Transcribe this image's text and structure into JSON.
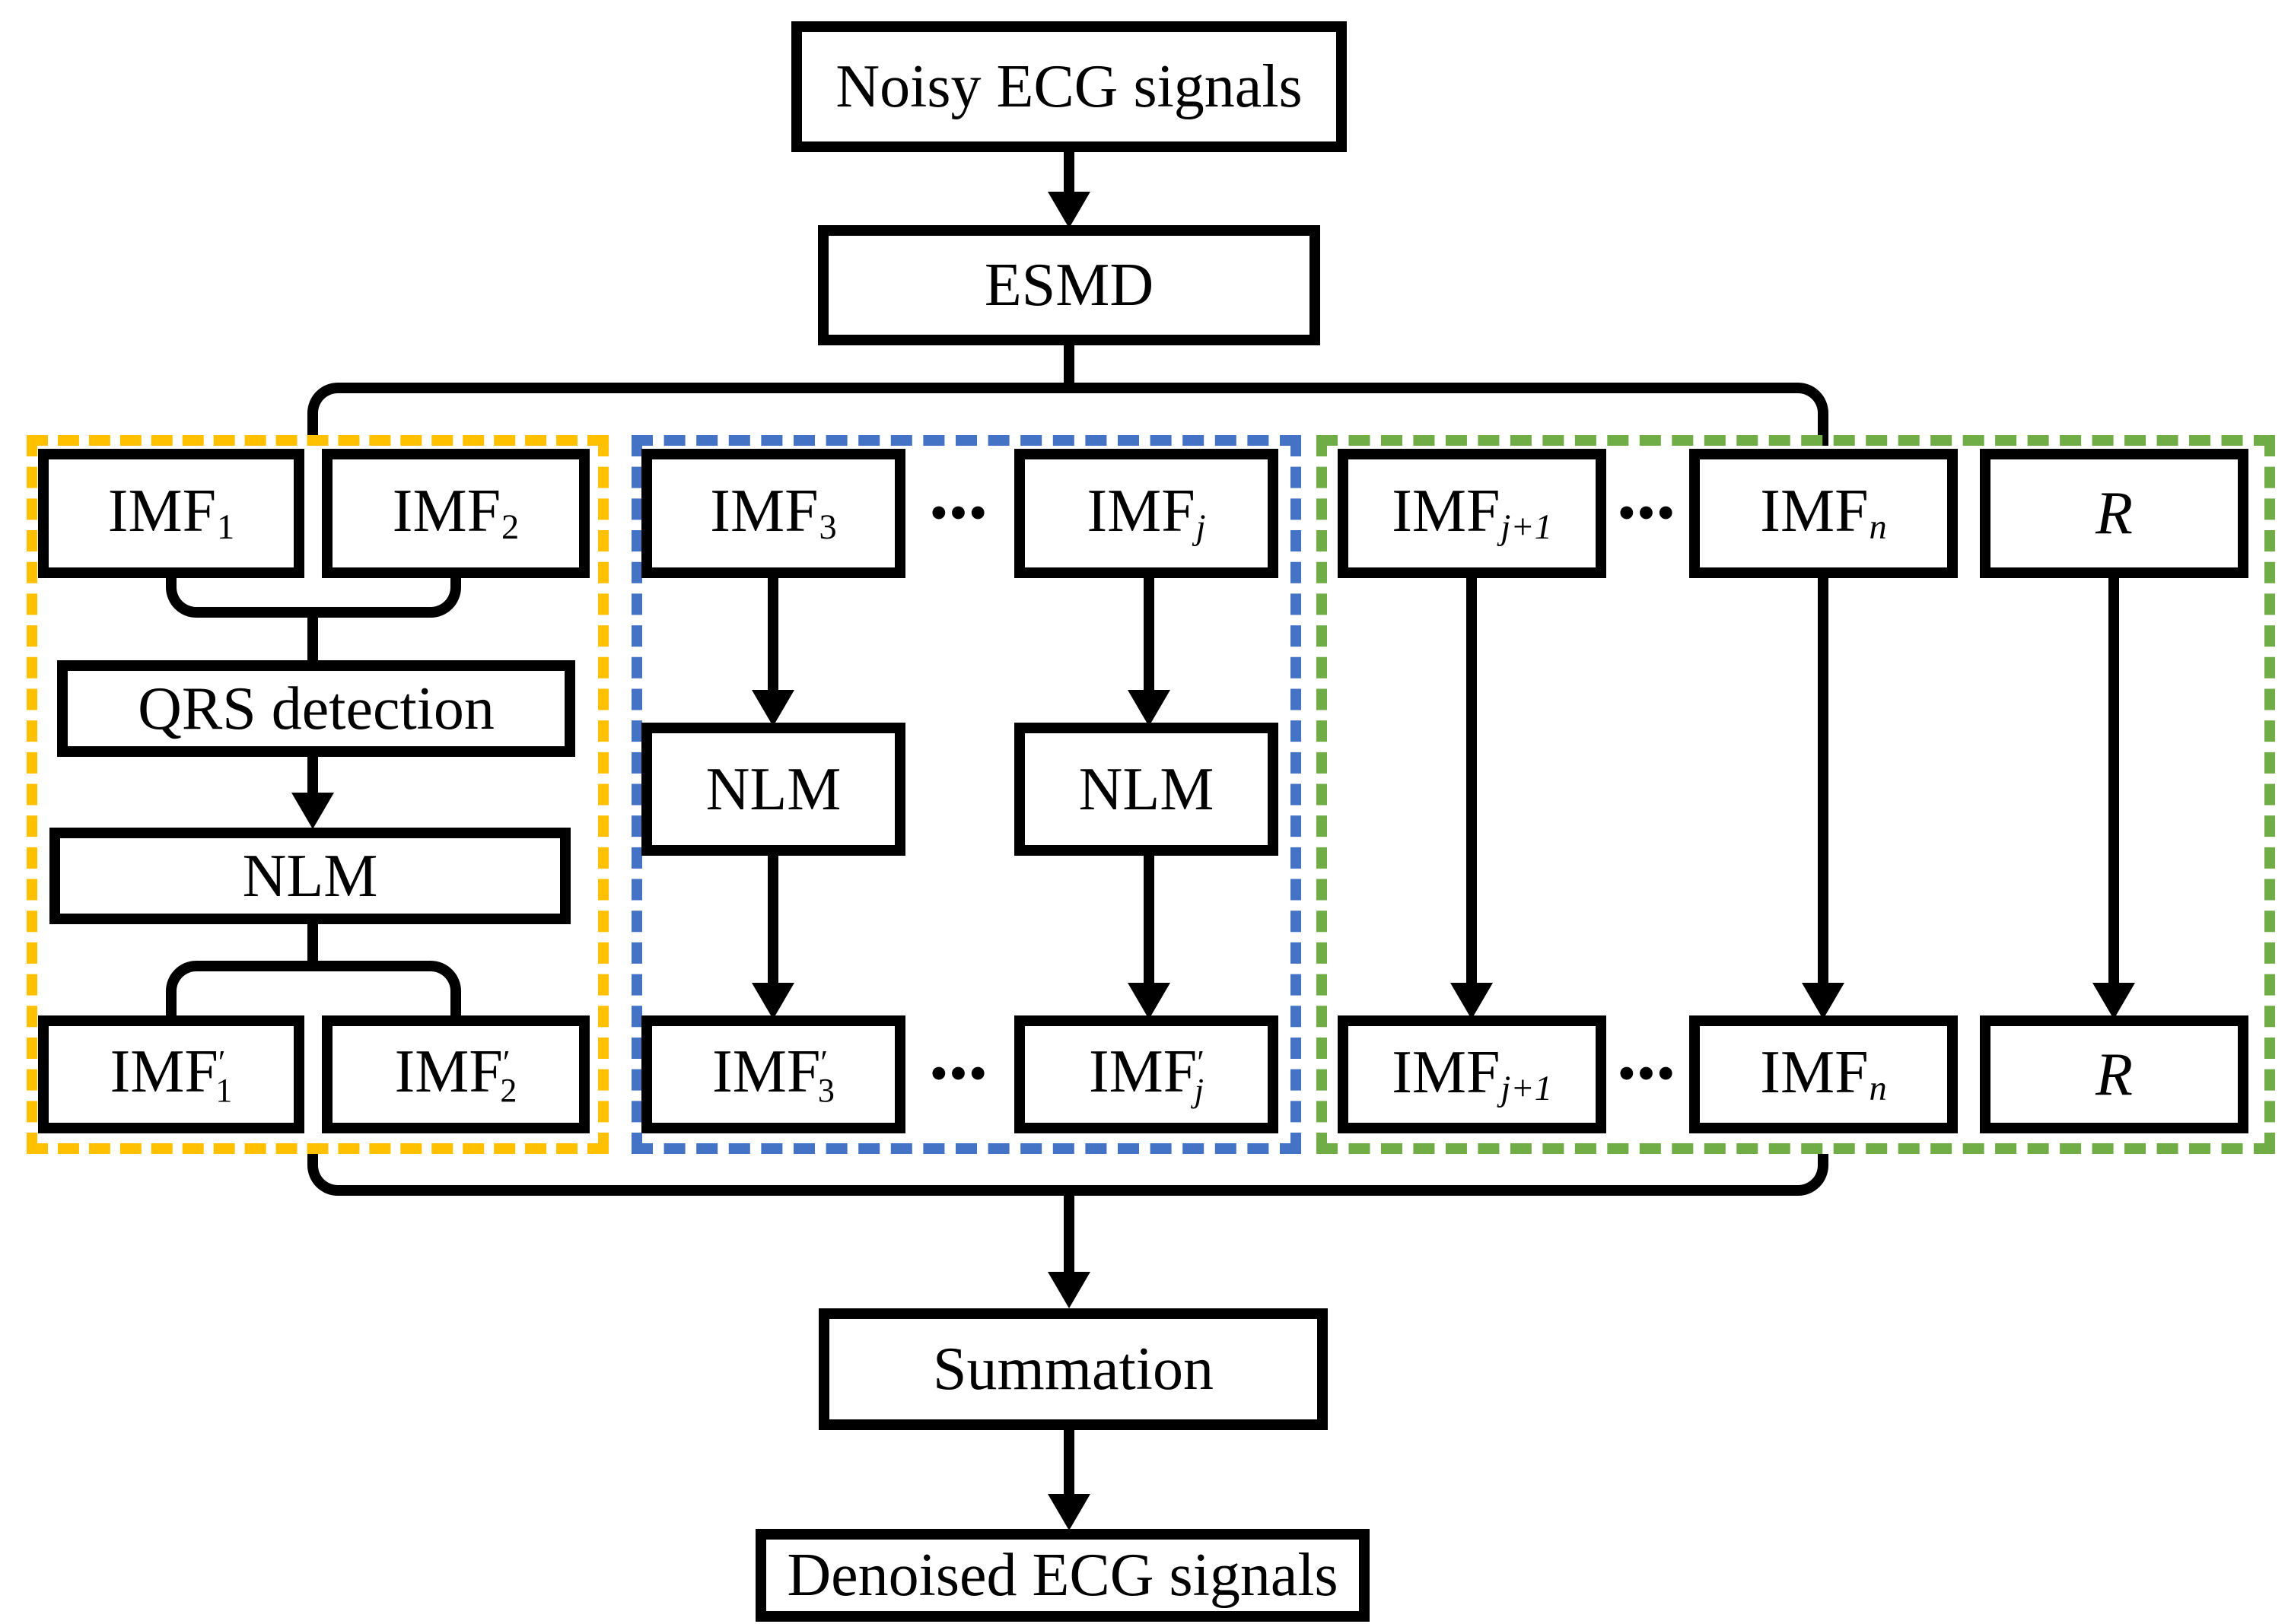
{
  "figure": {
    "type": "flowchart",
    "background": "#FFFFFF",
    "line_color": "#000000",
    "box_border_color": "#000000"
  },
  "main_flow": {
    "noisy": "Noisy ECG signals",
    "esmd": "ESMD",
    "summation": "Summation",
    "denoised": "Denoised ECG signals"
  },
  "group_low": {
    "border_color": "#FFC000",
    "imf1": {
      "base": "IMF",
      "sub": "1"
    },
    "imf2": {
      "base": "IMF",
      "sub": "2"
    },
    "qrs": "QRS detection",
    "nlm": "NLM",
    "imf1_out": {
      "base": "IMF",
      "prime": "′",
      "sub": "1"
    },
    "imf2_out": {
      "base": "IMF",
      "prime": "′",
      "sub": "2"
    }
  },
  "group_mid": {
    "border_color": "#4472C4",
    "imf3": {
      "base": "IMF",
      "sub": "3"
    },
    "dots_top": "•••",
    "imfj": {
      "base": "IMF",
      "sub": "j"
    },
    "nlm_left": "NLM",
    "nlm_right": "NLM",
    "imf3_out": {
      "base": "IMF",
      "prime": "′",
      "sub": "3"
    },
    "dots_bottom": "•••",
    "imfj_out": {
      "base": "IMF",
      "prime": "′",
      "sub": "j"
    }
  },
  "group_high": {
    "border_color": "#70AD47",
    "imfj1": {
      "base": "IMF",
      "sub": "j+1"
    },
    "dots_top": "•••",
    "imfn": {
      "base": "IMF",
      "sub": "n"
    },
    "r": "R",
    "imfj1_out": {
      "base": "IMF",
      "sub": "j+1"
    },
    "dots_bottom": "•••",
    "imfn_out": {
      "base": "IMF",
      "sub": "n"
    },
    "r_out": "R"
  }
}
